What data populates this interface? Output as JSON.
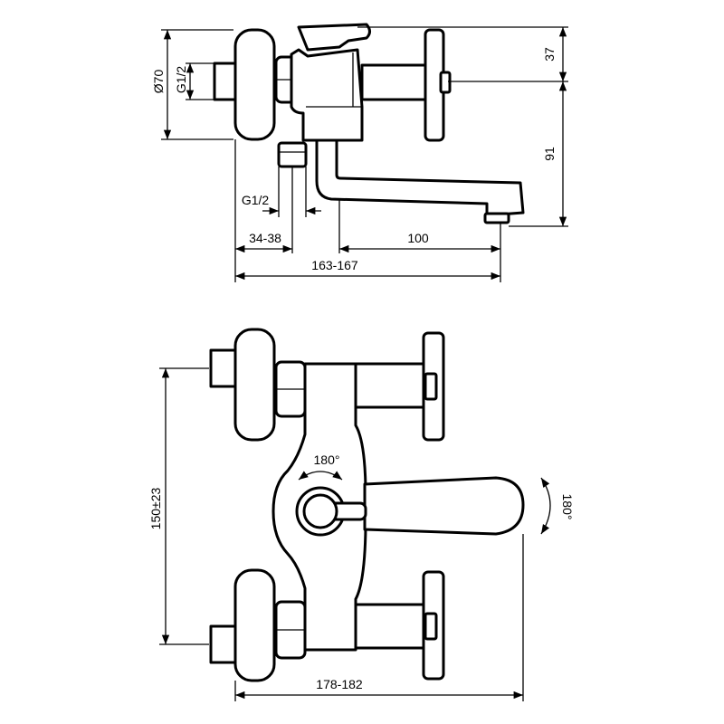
{
  "side_view": {
    "dim_d70": "Ø70",
    "dim_g12_vertical": "G1/2",
    "dim_37": "37",
    "dim_91": "91",
    "dim_g12_horizontal": "G1/2",
    "dim_34_38": "34-38",
    "dim_100": "100",
    "dim_163_167": "163-167"
  },
  "top_view": {
    "dim_150": "150±23",
    "dim_178_182": "178-182",
    "rot_lever": "180°",
    "rot_spout": "180°"
  },
  "colors": {
    "line": "#000000",
    "background": "#ffffff"
  }
}
